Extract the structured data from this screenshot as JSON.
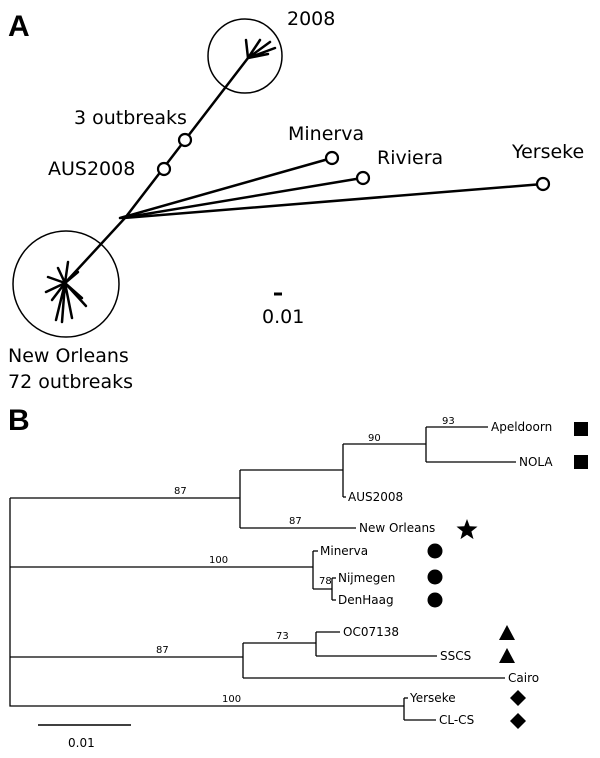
{
  "panel_a": {
    "letter": "A",
    "labels": {
      "y2008": "2008",
      "three_outbreaks": "3 outbreaks",
      "aus2008": "AUS2008",
      "minerva": "Minerva",
      "riviera": "Riviera",
      "yerseke": "Yerseke",
      "new_orleans": "New Orleans",
      "outbreaks_72": "72 outbreaks"
    },
    "scale_label": "0.01"
  },
  "panel_b": {
    "letter": "B",
    "taxa": {
      "apeldoorn": "Apeldoorn",
      "nola": "NOLA",
      "aus2008": "AUS2008",
      "new_orleans": "New Orleans",
      "minerva": "Minerva",
      "nijmegen": "Nijmegen",
      "denhaag": "DenHaag",
      "oc07138": "OC07138",
      "sscs": "SSCS",
      "cairo": "Cairo",
      "yerseke": "Yerseke",
      "clcs": "CL-CS"
    },
    "bootstrap": {
      "b93": "93",
      "b90": "90",
      "b87_top": "87",
      "b87_no": "87",
      "b100_min": "100",
      "b78": "78",
      "b73": "73",
      "b87_oc": "87",
      "b100_yer": "100"
    },
    "scale_label": "0.01"
  }
}
